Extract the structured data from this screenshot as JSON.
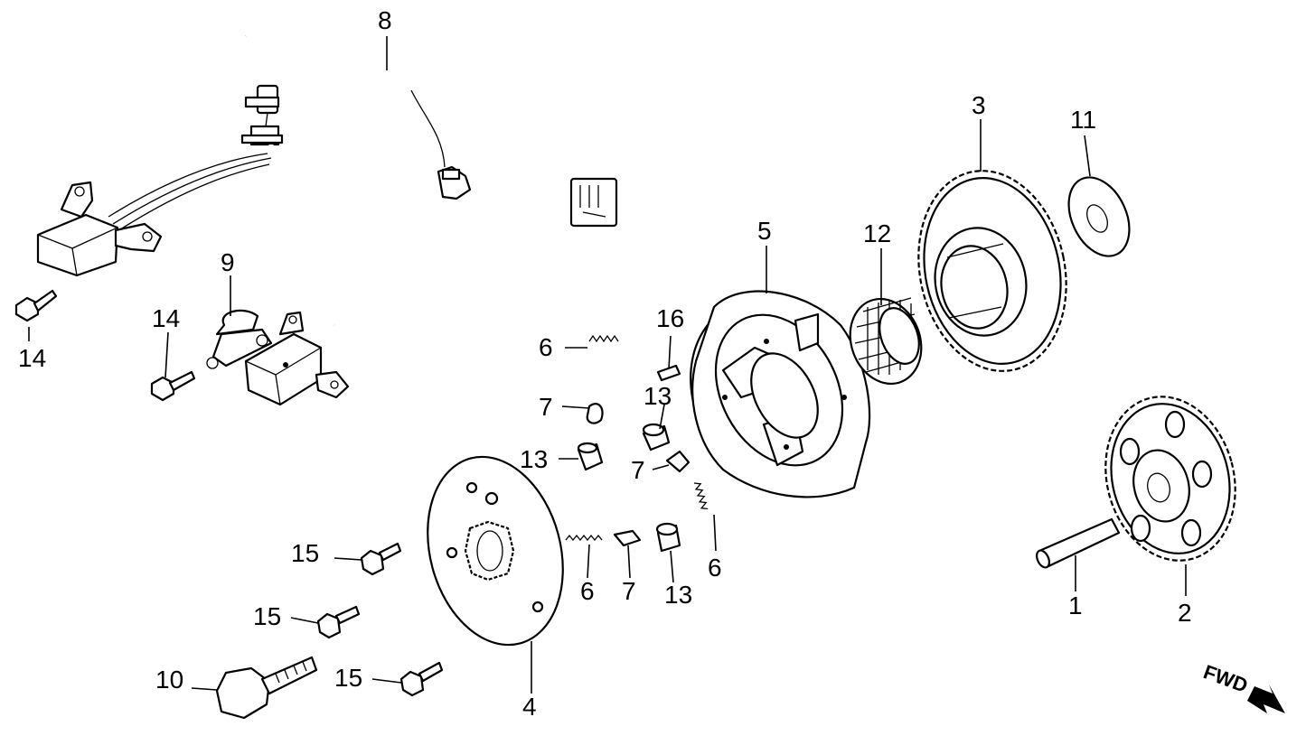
{
  "labels": {
    "l1": "1",
    "l2": "2",
    "l3": "3",
    "l4": "4",
    "l5": "5",
    "l6a": "6",
    "l6b": "6",
    "l6c": "6",
    "l7a": "7",
    "l7b": "7",
    "l7c": "7",
    "l8": "8",
    "l9": "9",
    "l10": "10",
    "l11": "11",
    "l12": "12",
    "l13a": "13",
    "l13b": "13",
    "l13c": "13",
    "l14a": "14",
    "l14b": "14",
    "l15a": "15",
    "l15b": "15",
    "l15c": "15",
    "l16": "16"
  },
  "direction_label": "FWD"
}
